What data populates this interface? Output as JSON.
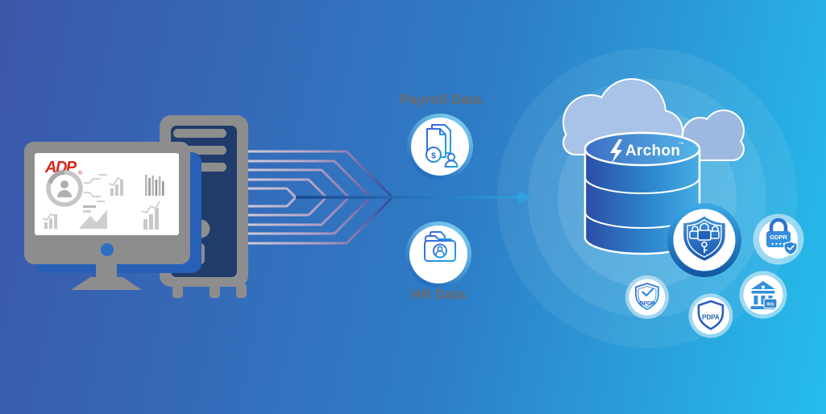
{
  "source": {
    "logo_text": "ADP",
    "registered_mark": "®"
  },
  "flows": {
    "payroll": {
      "label": "Payroll Data",
      "currency_symbol": "$"
    },
    "hr": {
      "label": "HR Data"
    }
  },
  "destination": {
    "product": "Archon",
    "trademark": "™"
  },
  "badges": {
    "gdpr": {
      "label": "GDPR",
      "stars": "★★★★"
    },
    "dpdp": {
      "label": "DPDP"
    },
    "pdpa": {
      "label": "PDPA"
    },
    "irs": {
      "label": "IRS"
    }
  },
  "colors": {
    "background_start": "#3C56A9",
    "background_end": "#26BDEC",
    "flow_label": "#6E6964",
    "adp_red": "#D6281E",
    "arrow_blue": "#1D4F9F",
    "badge_blue": "#2F74CE"
  },
  "icons": [
    "adp-monitor",
    "desktop-tower-icon",
    "payroll-document-icon",
    "hr-folder-icon",
    "cloud-icon",
    "database-cylinder-icon",
    "lightning-bolt-icon",
    "security-shield-locks-icon",
    "gdpr-padlock-icon",
    "dpdp-shield-check-icon",
    "pdpa-shield-icon",
    "irs-bank-icon",
    "flow-arrow-icon"
  ]
}
